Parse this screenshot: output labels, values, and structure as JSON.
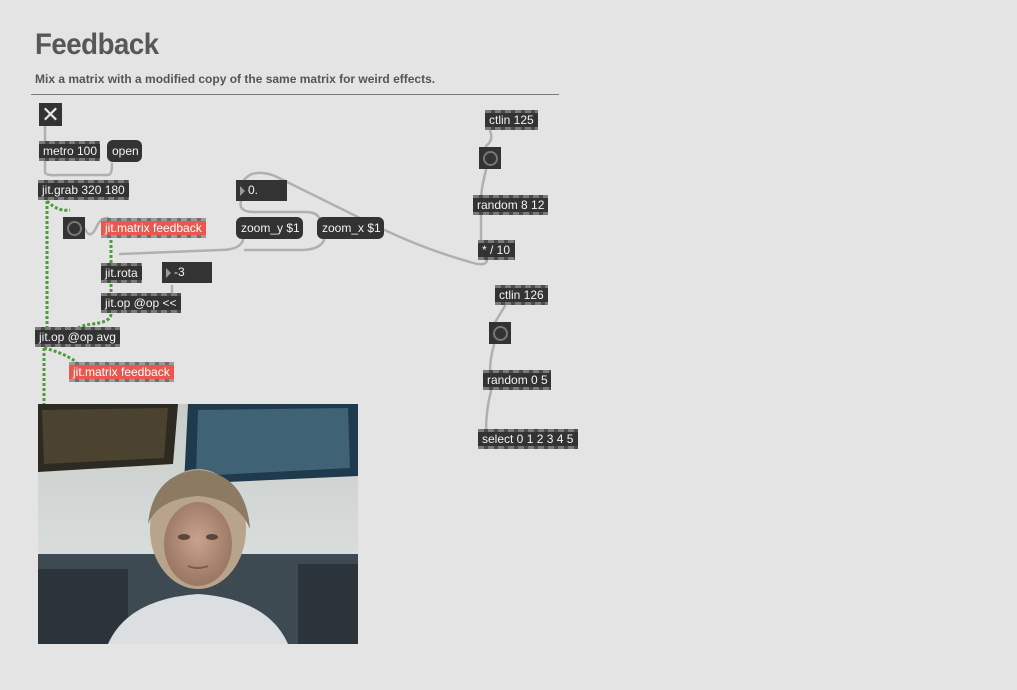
{
  "header": {
    "title": "Feedback",
    "subtitle": "Mix a matrix with a modified copy of the same matrix for weird effects."
  },
  "objects": {
    "toggle_icon": "close-x",
    "metro": "metro 100",
    "open_msg": "open",
    "grab": "jit.grab 320 180",
    "feedback1": "jit.matrix feedback",
    "rota": "jit.rota",
    "op_shift": "jit.op @op <<",
    "op_avg": "jit.op @op avg",
    "feedback2": "jit.matrix feedback",
    "zoom_y": "zoom_y $1",
    "zoom_x": "zoom_x $1",
    "float_box": "0.",
    "int_box": "-3",
    "ctlin125": "ctlin 125",
    "random812": "random 8 12",
    "scale": "* / 10",
    "ctlin126": "ctlin 126",
    "random05": "random 0 5",
    "select": "select 0 1 2 3 4 5"
  },
  "colors": {
    "background": "#e4e4e4",
    "object_bg": "#333333",
    "highlight_object": "#e8584f",
    "patchcord": "#b0b0b0",
    "matrix_cord": "#4f9a3c"
  }
}
